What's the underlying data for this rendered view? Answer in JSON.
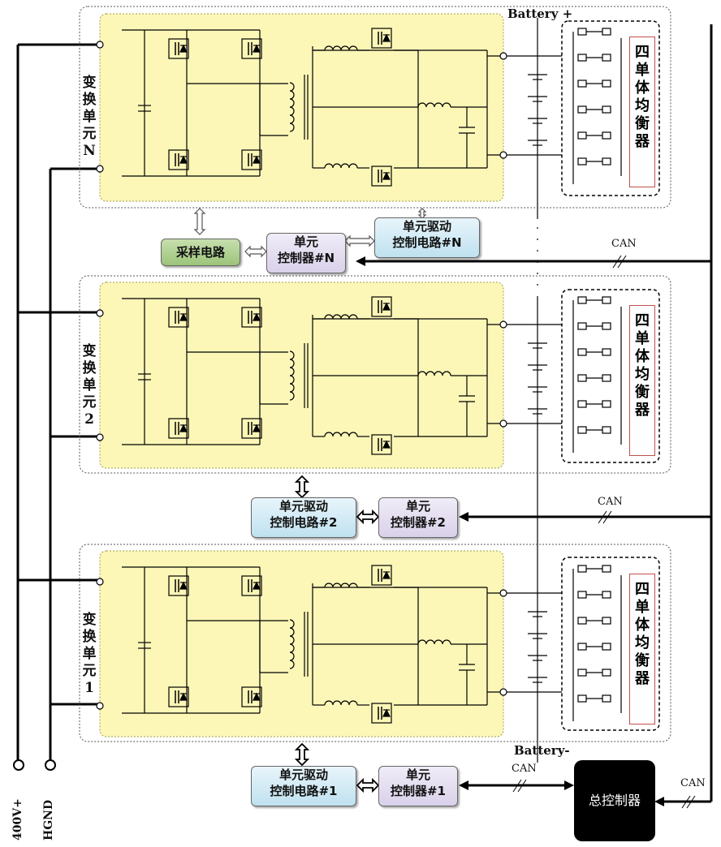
{
  "labels": {
    "battery_plus": "Battery +",
    "battery_minus": "Battery-",
    "rail_400v": "400V+",
    "rail_hgnd": "HGND",
    "can": "CAN",
    "master_controller": "总控制器",
    "sampling_circuit": "采样电路"
  },
  "units": [
    {
      "id": "N",
      "vertical_label": [
        "变",
        "换",
        "单",
        "元",
        "N"
      ],
      "controller": "单元\n控制器#N",
      "driver": "单元驱动\n控制电路#N",
      "balancer": [
        "四",
        "单",
        "体",
        "均",
        "衡",
        "器"
      ]
    },
    {
      "id": "2",
      "vertical_label": [
        "变",
        "换",
        "单",
        "元",
        "2"
      ],
      "controller": "单元\n控制器#2",
      "driver": "单元驱动\n控制电路#2",
      "balancer": [
        "四",
        "单",
        "体",
        "均",
        "衡",
        "器"
      ]
    },
    {
      "id": "1",
      "vertical_label": [
        "变",
        "换",
        "单",
        "元",
        "1"
      ],
      "controller": "单元\n控制器#1",
      "driver": "单元驱动\n控制电路#1",
      "balancer": [
        "四",
        "单",
        "体",
        "均",
        "衡",
        "器"
      ]
    }
  ],
  "colors": {
    "converter_fill": "#fdf7b7",
    "converter_border": "#9c9c4c",
    "balancer_border": "#c0504d",
    "line": "#000000"
  }
}
